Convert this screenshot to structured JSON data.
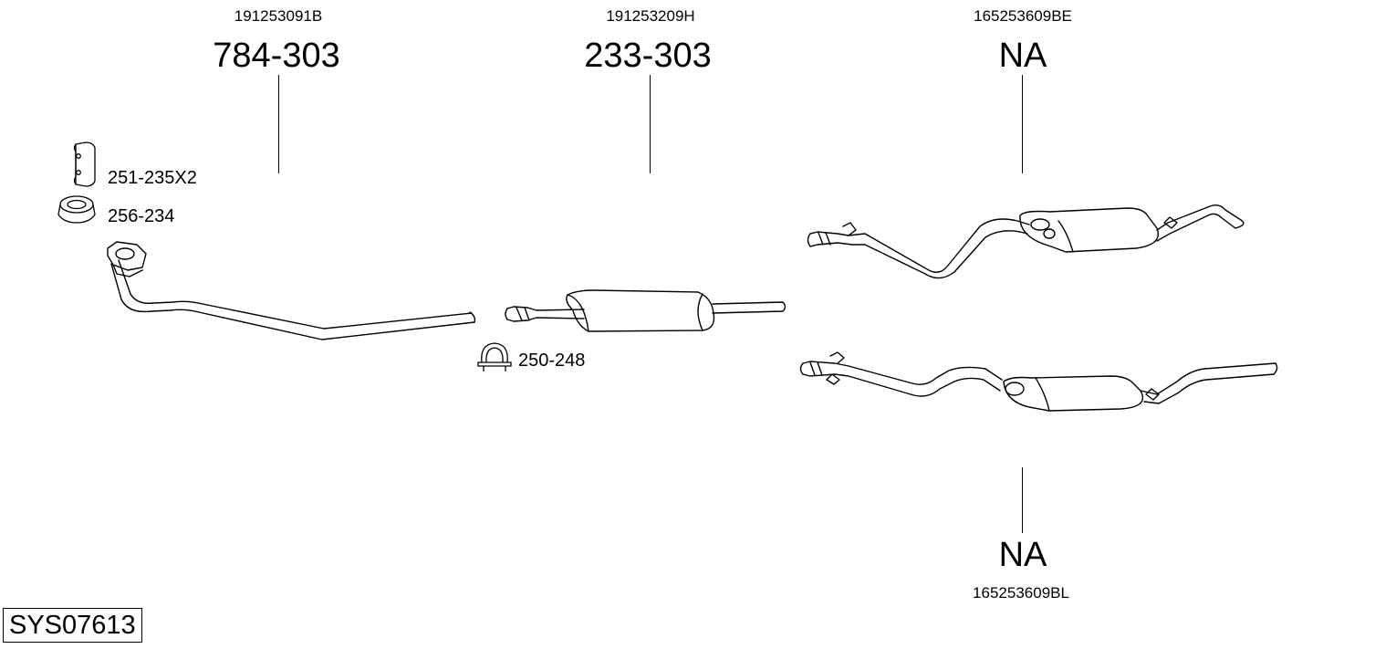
{
  "parts": [
    {
      "oe_number": "191253091B",
      "part_number": "784-303"
    },
    {
      "oe_number": "191253209H",
      "part_number": "233-303"
    },
    {
      "oe_number": "165253609BE",
      "part_number": "NA"
    },
    {
      "oe_number": "165253609BL",
      "part_number": "NA"
    }
  ],
  "hardware": [
    {
      "label": "251-235X2",
      "icon": "bracket-icon"
    },
    {
      "label": "256-234",
      "icon": "gasket-ring-icon"
    },
    {
      "label": "250-248",
      "icon": "pipe-clamp-icon"
    }
  ],
  "system_code": "SYS07613"
}
